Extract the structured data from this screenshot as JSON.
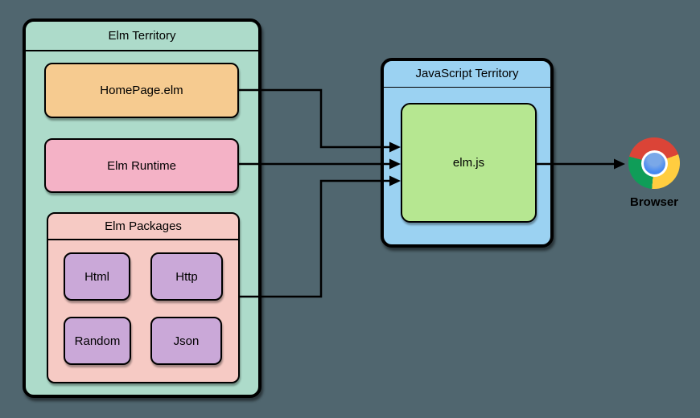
{
  "colors": {
    "page_bg": "#50666f",
    "border_color": "#000000",
    "elm_territory_fill": "#addbca",
    "homepage_fill": "#f6cb90",
    "runtime_fill": "#f4b2c6",
    "packages_fill": "#f6cac4",
    "package_item_fill": "#caa8d8",
    "js_territory_fill": "#9bd2f2",
    "elmjs_fill": "#b6e791",
    "chrome_red": "#db4437",
    "chrome_yellow": "#ffcd40",
    "chrome_green": "#0f9d58",
    "chrome_blue": "#4688f1"
  },
  "elm_territory": {
    "title": "Elm Territory",
    "homepage_label": "HomePage.elm",
    "runtime_label": "Elm Runtime",
    "packages": {
      "title": "Elm Packages",
      "items": [
        "Html",
        "Http",
        "Random",
        "Json"
      ]
    }
  },
  "js_territory": {
    "title": "JavaScript Territory",
    "elmjs_label": "elm.js"
  },
  "browser": {
    "label": "Browser",
    "icon": "chrome-browser-icon"
  },
  "edges": [
    {
      "from": "HomePage.elm",
      "to": "elm.js"
    },
    {
      "from": "Elm Runtime",
      "to": "elm.js"
    },
    {
      "from": "Elm Packages",
      "to": "elm.js"
    },
    {
      "from": "elm.js",
      "to": "Browser"
    }
  ]
}
